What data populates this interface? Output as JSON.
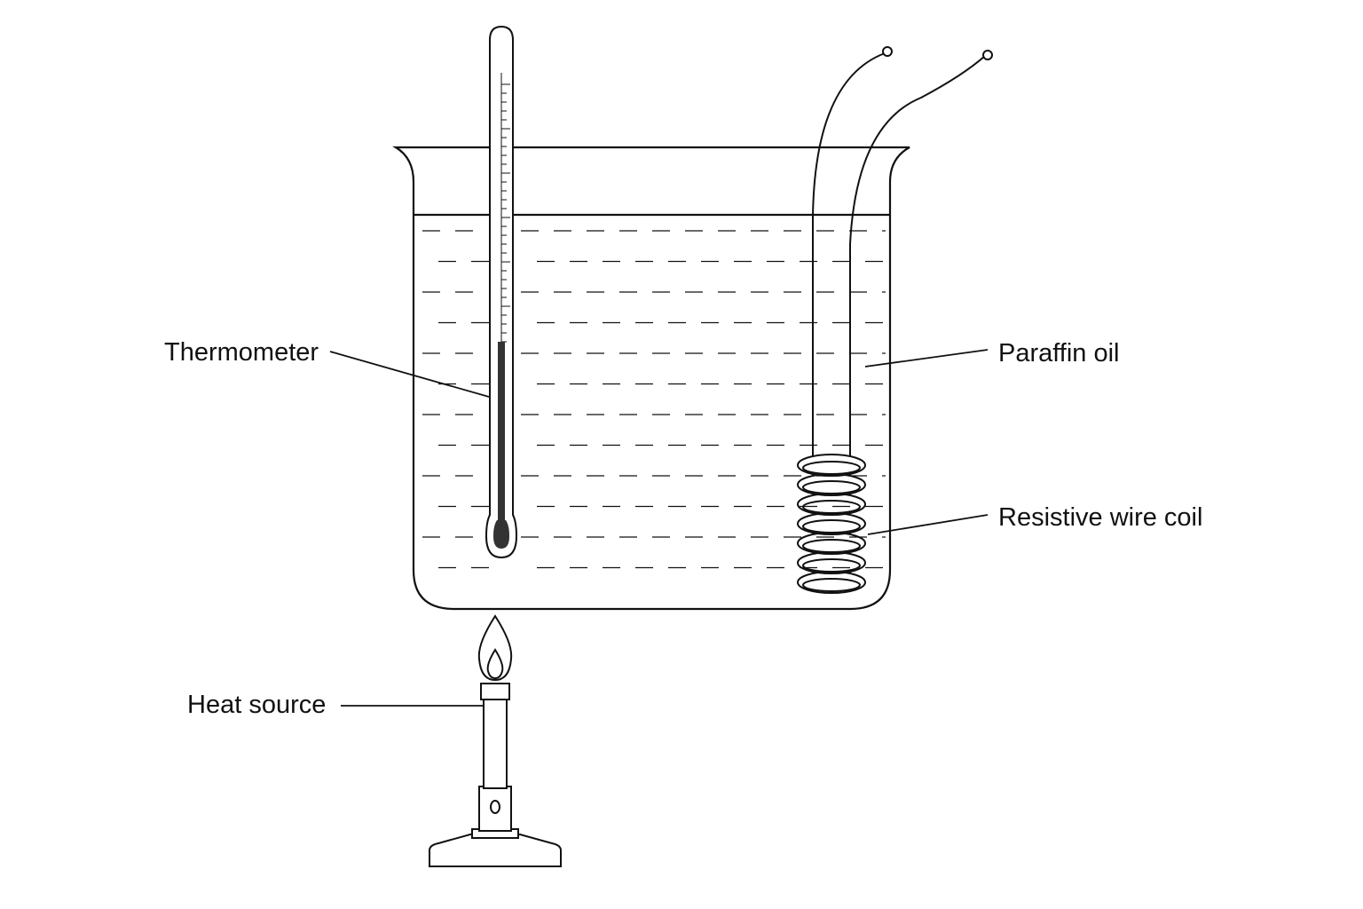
{
  "labels": {
    "thermometer": "Thermometer",
    "paraffin_oil": "Paraffin oil",
    "resistive_wire_coil": "Resistive wire coil",
    "heat_source": "Heat source"
  },
  "colors": {
    "stroke": "#111111",
    "mercury": "#333333",
    "background": "#ffffff"
  }
}
